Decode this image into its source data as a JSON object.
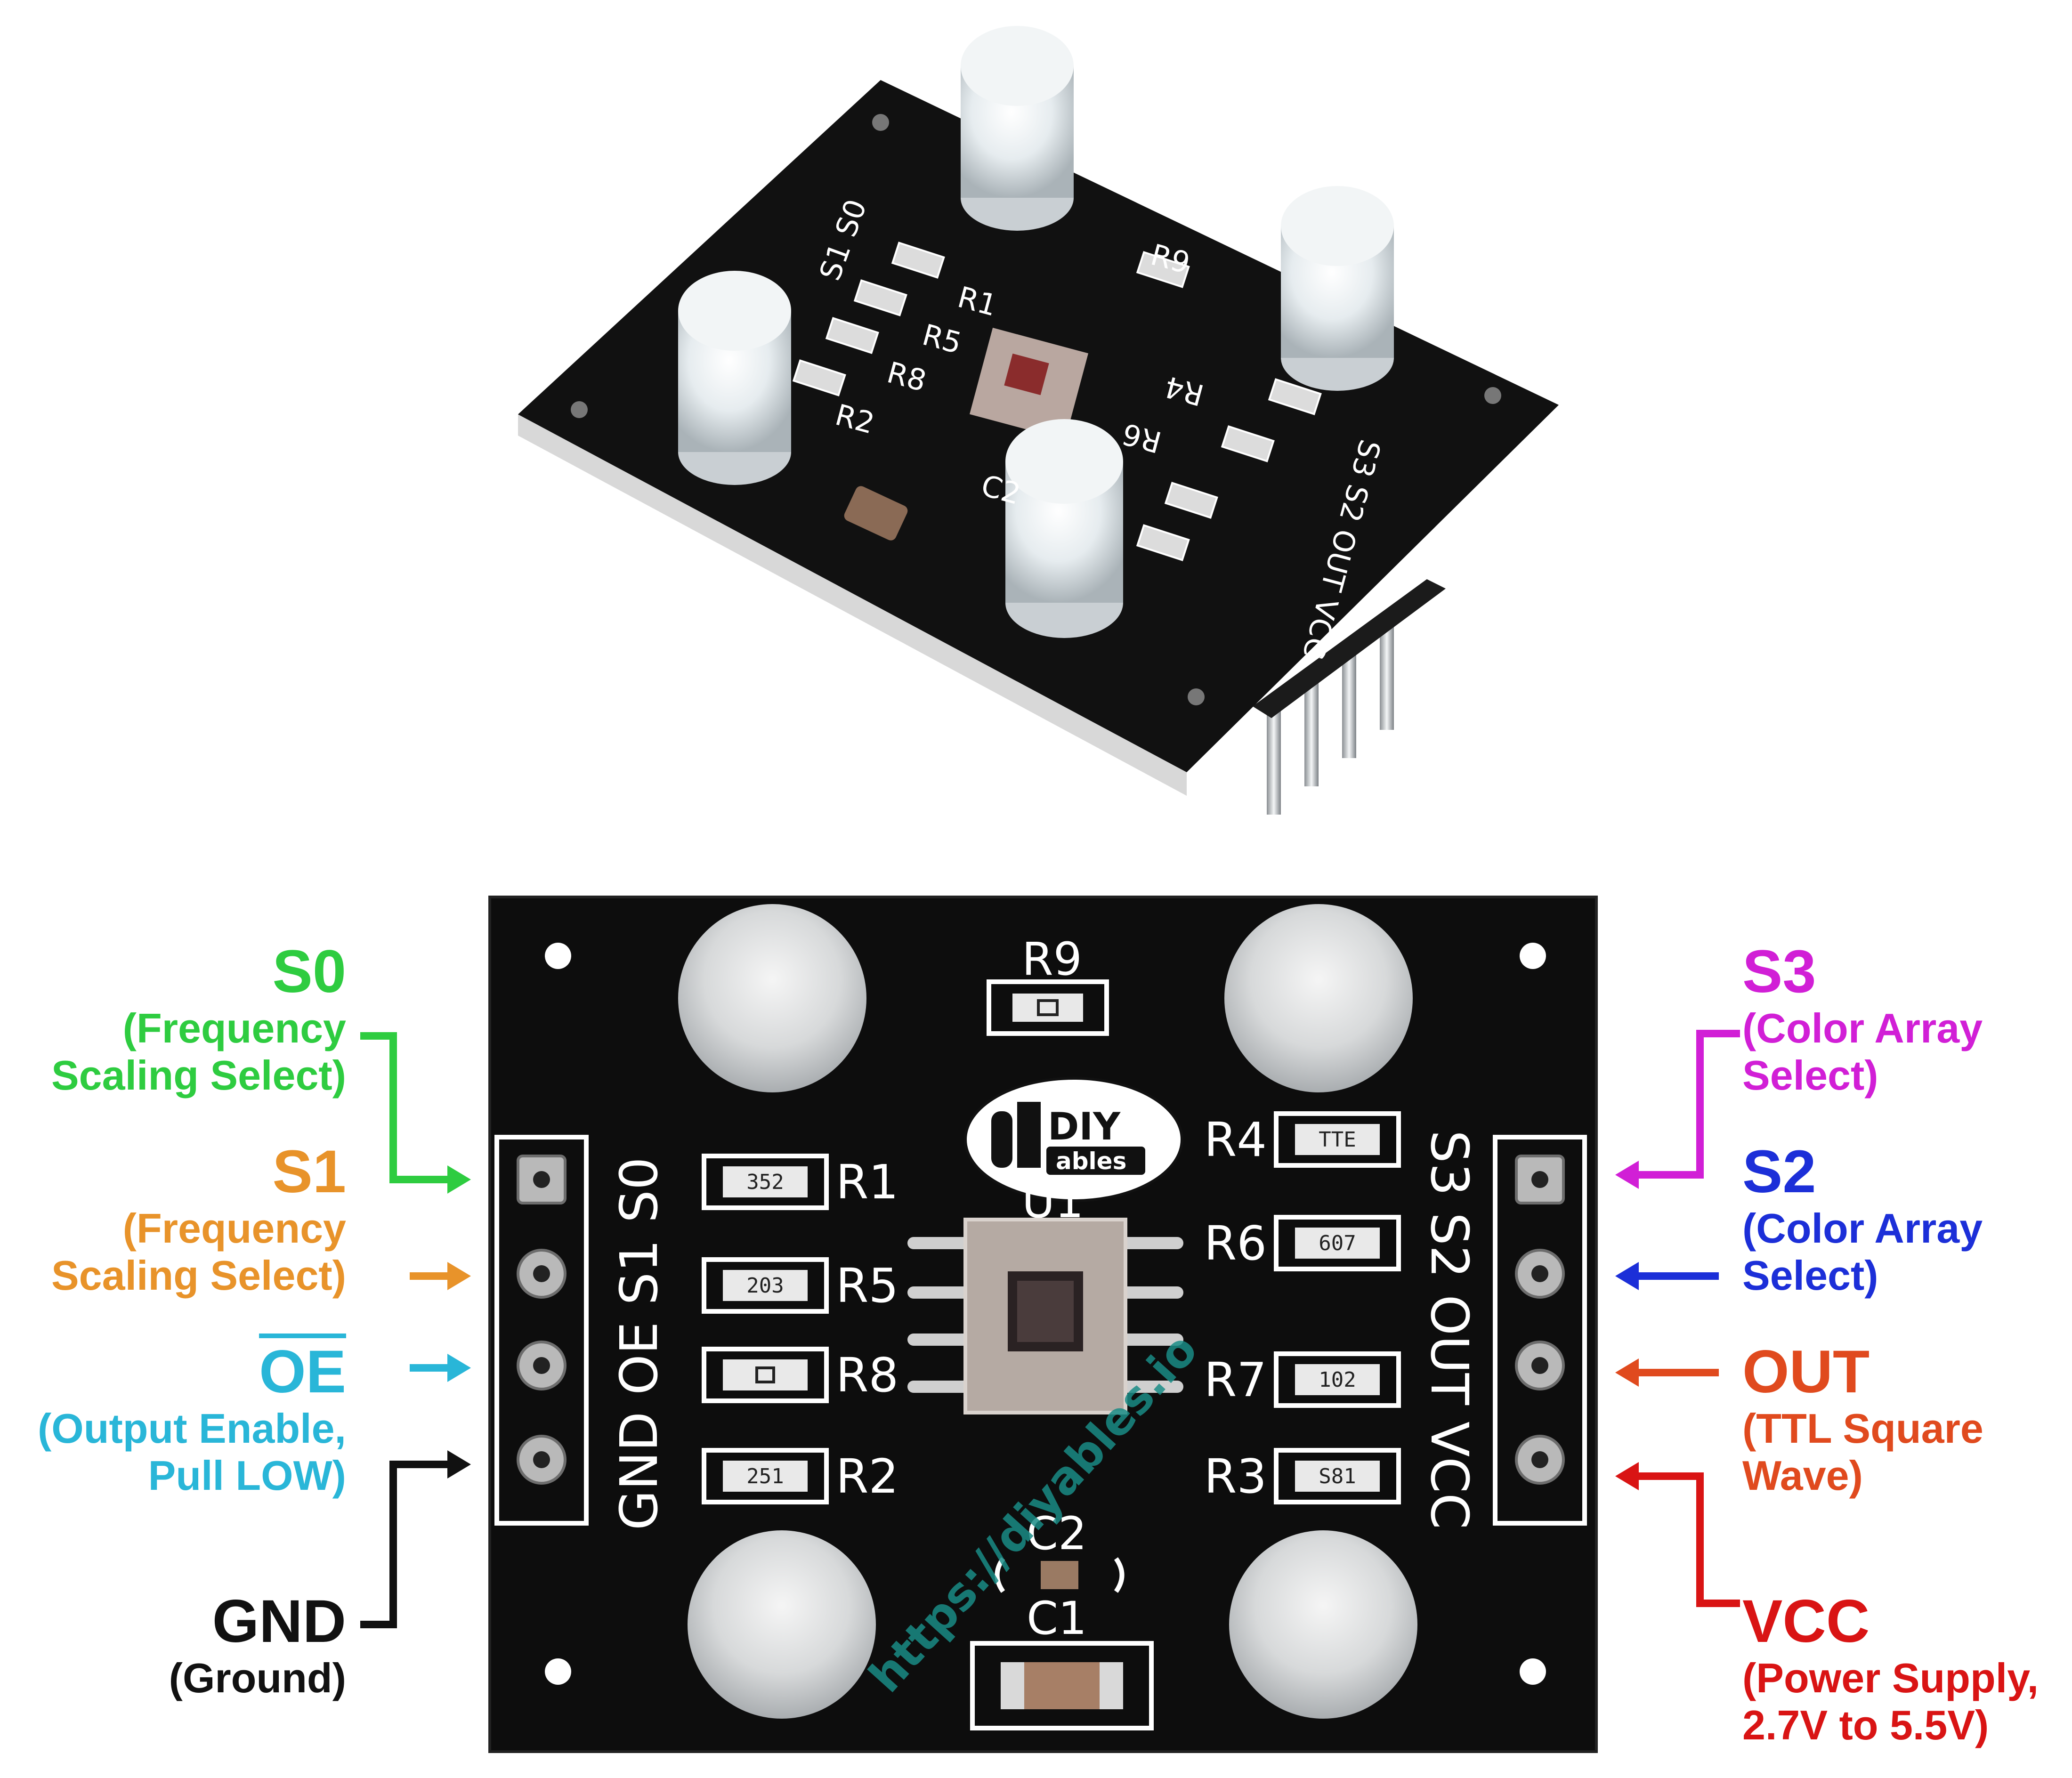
{
  "colors": {
    "s0": "#2ecc40",
    "s1": "#e8932a",
    "oe": "#29b6d8",
    "gnd": "#111111",
    "s3": "#d11fd6",
    "s2": "#1c2fd8",
    "out": "#e04a1e",
    "vcc": "#d91414",
    "board": "#0d0d0d",
    "silkscreen": "#ffffff",
    "watermark": "#1a8c86"
  },
  "pins_left": [
    {
      "name": "S0",
      "desc": [
        "(Frequency",
        "Scaling Select)"
      ],
      "color_key": "s0"
    },
    {
      "name": "S1",
      "desc": [
        "(Frequency",
        "Scaling Select)"
      ],
      "color_key": "s1"
    },
    {
      "name": "OE",
      "desc": [
        "(Output Enable,",
        "Pull LOW)"
      ],
      "color_key": "oe",
      "overline": true
    },
    {
      "name": "GND",
      "desc": [
        "(Ground)"
      ],
      "color_key": "gnd"
    }
  ],
  "pins_right": [
    {
      "name": "S3",
      "desc": [
        "(Color Array",
        "Select)"
      ],
      "color_key": "s3"
    },
    {
      "name": "S2",
      "desc": [
        "(Color Array",
        "Select)"
      ],
      "color_key": "s2"
    },
    {
      "name": "OUT",
      "desc": [
        "(TTL Square",
        "Wave)"
      ],
      "color_key": "out"
    },
    {
      "name": "VCC",
      "desc": [
        "(Power Supply,",
        "2.7V to 5.5V)"
      ],
      "color_key": "vcc"
    }
  ],
  "board": {
    "header_left_silk": "GND OE S1 S0",
    "header_right_silk": "S3 S2 OUT VCC",
    "resistors_left": [
      {
        "ref": "R1",
        "code": "352"
      },
      {
        "ref": "R5",
        "code": "203"
      },
      {
        "ref": "R8",
        "code": ""
      },
      {
        "ref": "R2",
        "code": "251"
      }
    ],
    "resistors_right": [
      {
        "ref": "R4",
        "code": "TTE"
      },
      {
        "ref": "R6",
        "code": "607"
      },
      {
        "ref": "R7",
        "code": "102"
      },
      {
        "ref": "R3",
        "code": "S81"
      }
    ],
    "top_resistor": "R9",
    "chip_ref": "U1",
    "cap_c2": "C2",
    "cap_c1": "C1",
    "logo_top": "DIY",
    "logo_bottom": "ables",
    "watermark": "https://diyables.io"
  },
  "photo": {
    "silk_s1_s0": "S1 S0",
    "silk_r1": "R1",
    "silk_r5": "R5",
    "silk_r8": "R8",
    "silk_r2": "R2",
    "silk_r9": "R9",
    "silk_r4": "R4",
    "silk_r6": "R6",
    "silk_c2": "C2",
    "silk_header": "S3 S2 OUT VCC"
  }
}
